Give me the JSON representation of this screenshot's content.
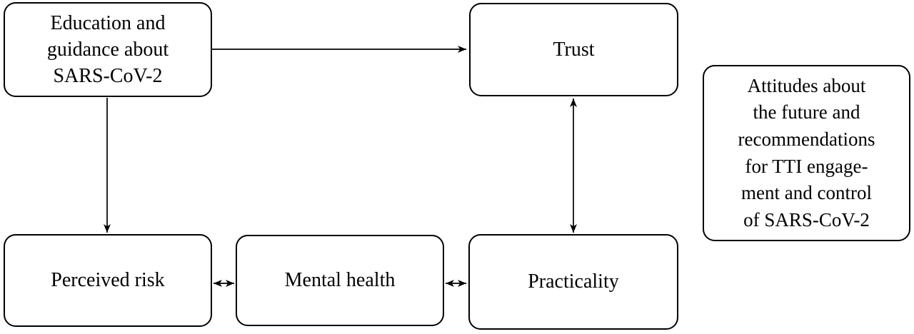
{
  "figure": {
    "type": "diagram",
    "background_color": "#ffffff",
    "stroke_color": "#000000",
    "text_color": "#000000"
  },
  "nodes": [
    {
      "id": "education",
      "label": "Education and\nguidance about\nSARS-CoV-2"
    },
    {
      "id": "trust",
      "label": "Trust"
    },
    {
      "id": "attitudes",
      "label": "Attitudes about\nthe future and\nrecommendations\nfor TTI engage-\nment and control\nof SARS-CoV-2"
    },
    {
      "id": "perceived-risk",
      "label": "Perceived risk"
    },
    {
      "id": "mental-health",
      "label": "Mental health"
    },
    {
      "id": "practicality",
      "label": "Practicality"
    }
  ],
  "edges": [
    {
      "from": "Education and guidance about SARS-CoV-2",
      "to": "Trust",
      "arrow": "one-way"
    },
    {
      "from": "Education and guidance about SARS-CoV-2",
      "to": "Perceived risk",
      "arrow": "one-way"
    },
    {
      "from": "Trust",
      "to": "Practicality",
      "arrow": "two-way"
    },
    {
      "from": "Perceived risk",
      "to": "Mental health",
      "arrow": "two-way"
    },
    {
      "from": "Mental health",
      "to": "Practicality",
      "arrow": "two-way"
    }
  ]
}
